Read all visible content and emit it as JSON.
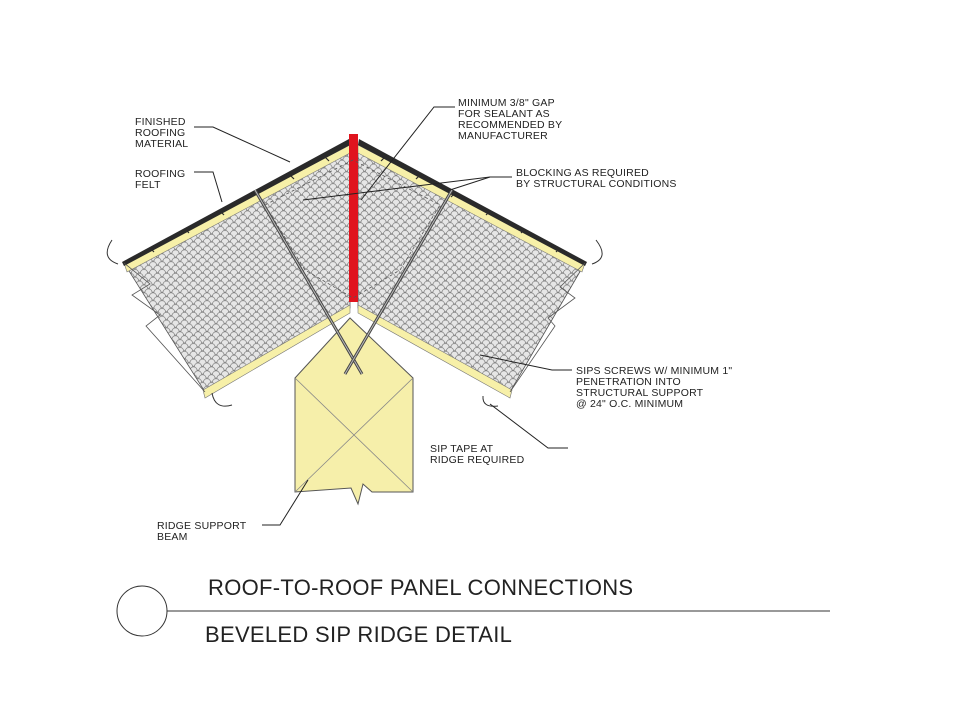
{
  "callouts": {
    "finished_roofing": [
      "FINISHED",
      "ROOFING",
      "MATERIAL"
    ],
    "roofing_felt": [
      "ROOFING",
      "FELT"
    ],
    "gap_for_sealant": [
      "MINIMUM 3/8\" GAP",
      "FOR SEALANT AS",
      "RECOMMENDED BY",
      "MANUFACTURER"
    ],
    "blocking": [
      "BLOCKING AS REQUIRED",
      "BY STRUCTURAL CONDITIONS"
    ],
    "sips_screws": [
      "SIPS SCREWS W/ MINIMUM 1\"",
      "PENETRATION INTO",
      "STRUCTURAL SUPPORT",
      "@ 24\" O.C. MINIMUM"
    ],
    "sip_tape": [
      "SIP TAPE AT",
      "RIDGE REQUIRED"
    ],
    "ridge_beam": [
      "RIDGE SUPPORT",
      "BEAM"
    ]
  },
  "title_block": {
    "title": "ROOF-TO-ROOF PANEL CONNECTIONS",
    "subtitle": "BEVELED SIP RIDGE DETAIL"
  },
  "colors": {
    "osb_skin": "#f7f0a8",
    "foam_core": "#bdbdbd",
    "sealant_gap": "#e0141e",
    "roofing": "#2a2a2a",
    "beam": "#f6efaa"
  }
}
